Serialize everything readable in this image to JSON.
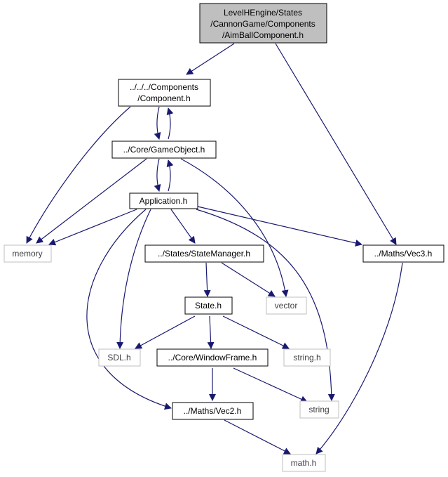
{
  "colors": {
    "edge": "#191970",
    "root_fill": "#bfbfbf",
    "root_stroke": "#000000",
    "project_stroke": "#000000",
    "system_stroke": "#bfbfbf",
    "system_text": "#404040"
  },
  "nodes": [
    {
      "id": "aimball",
      "kind": "root",
      "lines": [
        "LevelHEngine/States",
        "/CannonGame/Components",
        "/AimBallComponent.h"
      ]
    },
    {
      "id": "component",
      "kind": "project",
      "lines": [
        "../../../Components",
        "/Component.h"
      ]
    },
    {
      "id": "gameobject",
      "kind": "project",
      "lines": [
        "../Core/GameObject.h"
      ]
    },
    {
      "id": "application",
      "kind": "project",
      "lines": [
        "Application.h"
      ]
    },
    {
      "id": "memory",
      "kind": "system",
      "lines": [
        "memory"
      ]
    },
    {
      "id": "statemanager",
      "kind": "project",
      "lines": [
        "../States/StateManager.h"
      ]
    },
    {
      "id": "vec3",
      "kind": "project",
      "lines": [
        "../Maths/Vec3.h"
      ]
    },
    {
      "id": "vector",
      "kind": "system",
      "lines": [
        "vector"
      ]
    },
    {
      "id": "state",
      "kind": "project",
      "lines": [
        "State.h"
      ]
    },
    {
      "id": "sdl",
      "kind": "system",
      "lines": [
        "SDL.h"
      ]
    },
    {
      "id": "windowframe",
      "kind": "project",
      "lines": [
        "../Core/WindowFrame.h"
      ]
    },
    {
      "id": "stringh",
      "kind": "system",
      "lines": [
        "string.h"
      ]
    },
    {
      "id": "string",
      "kind": "system",
      "lines": [
        "string"
      ]
    },
    {
      "id": "vec2",
      "kind": "project",
      "lines": [
        "../Maths/Vec2.h"
      ]
    },
    {
      "id": "mathh",
      "kind": "system",
      "lines": [
        "math.h"
      ]
    }
  ],
  "edges": [
    [
      "aimball",
      "component"
    ],
    [
      "aimball",
      "vec3"
    ],
    [
      "component",
      "gameobject"
    ],
    [
      "component",
      "memory"
    ],
    [
      "gameobject",
      "component"
    ],
    [
      "gameobject",
      "application"
    ],
    [
      "gameobject",
      "memory"
    ],
    [
      "gameobject",
      "vector"
    ],
    [
      "application",
      "gameobject"
    ],
    [
      "application",
      "memory"
    ],
    [
      "application",
      "statemanager"
    ],
    [
      "application",
      "vec3"
    ],
    [
      "application",
      "sdl"
    ],
    [
      "application",
      "vec2"
    ],
    [
      "application",
      "string"
    ],
    [
      "statemanager",
      "state"
    ],
    [
      "statemanager",
      "vector"
    ],
    [
      "state",
      "sdl"
    ],
    [
      "state",
      "windowframe"
    ],
    [
      "state",
      "stringh"
    ],
    [
      "windowframe",
      "vec2"
    ],
    [
      "windowframe",
      "string"
    ],
    [
      "vec2",
      "mathh"
    ],
    [
      "vec3",
      "mathh"
    ]
  ]
}
